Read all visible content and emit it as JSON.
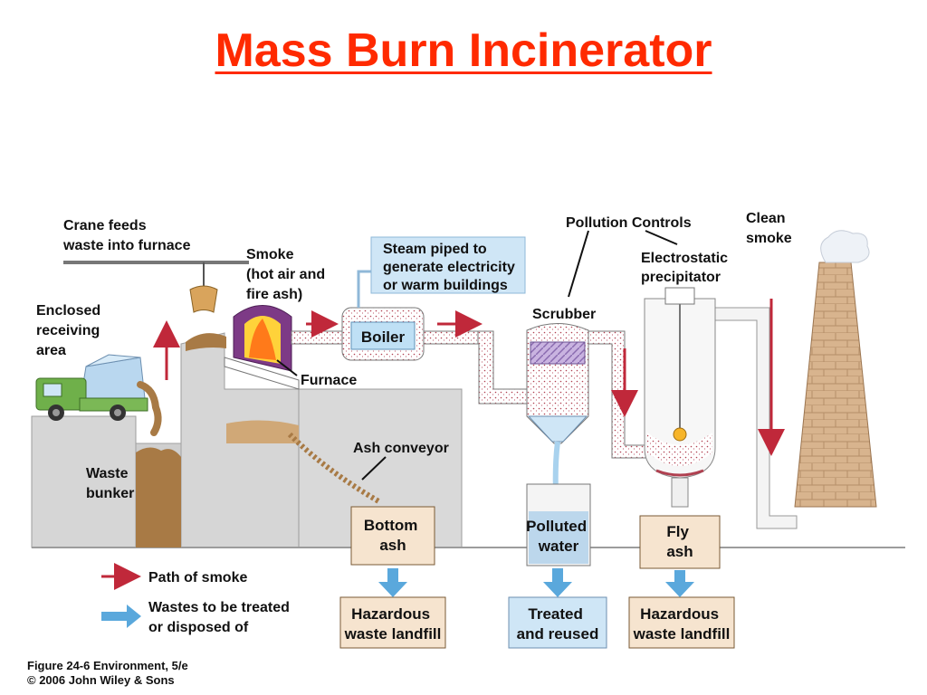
{
  "title": "Mass Burn Incinerator",
  "labels": {
    "crane": [
      "Crane feeds",
      "waste into furnace"
    ],
    "receiving": [
      "Enclosed",
      "receiving",
      "area"
    ],
    "smoke": [
      "Smoke",
      "(hot air and",
      "fire ash)"
    ],
    "steam": [
      "Steam piped to",
      "generate electricity",
      "or warm buildings"
    ],
    "pollution_controls": "Pollution Controls",
    "clean_smoke": [
      "Clean",
      "smoke"
    ],
    "electrostatic": [
      "Electrostatic",
      "precipitator"
    ],
    "boiler": "Boiler",
    "scrubber": "Scrubber",
    "furnace": "Furnace",
    "ash_conveyor": "Ash conveyor",
    "waste_bunker": [
      "Waste",
      "bunker"
    ],
    "bottom_ash": [
      "Bottom",
      "ash"
    ],
    "polluted_water": [
      "Polluted",
      "water"
    ],
    "fly_ash": [
      "Fly",
      "ash"
    ],
    "hazardous_1": [
      "Hazardous",
      "waste landfill"
    ],
    "treated": [
      "Treated",
      "and reused"
    ],
    "hazardous_2": [
      "Hazardous",
      "waste landfill"
    ]
  },
  "legend": {
    "smoke_path": "Path of smoke",
    "wastes": [
      "Wastes to be treated",
      "or disposed of"
    ]
  },
  "credits": [
    "Figure 24-6  Environment, 5/e",
    "© 2006 John Wiley & Sons"
  ],
  "colors": {
    "title": "#ff2a00",
    "smoke_arrow": "#c0283a",
    "waste_arrow": "#5aa8dc",
    "ash_box": "#f6e4cf",
    "building": "#d6d6d6",
    "waste": "#a87a45",
    "stack": "#d8b48e"
  }
}
